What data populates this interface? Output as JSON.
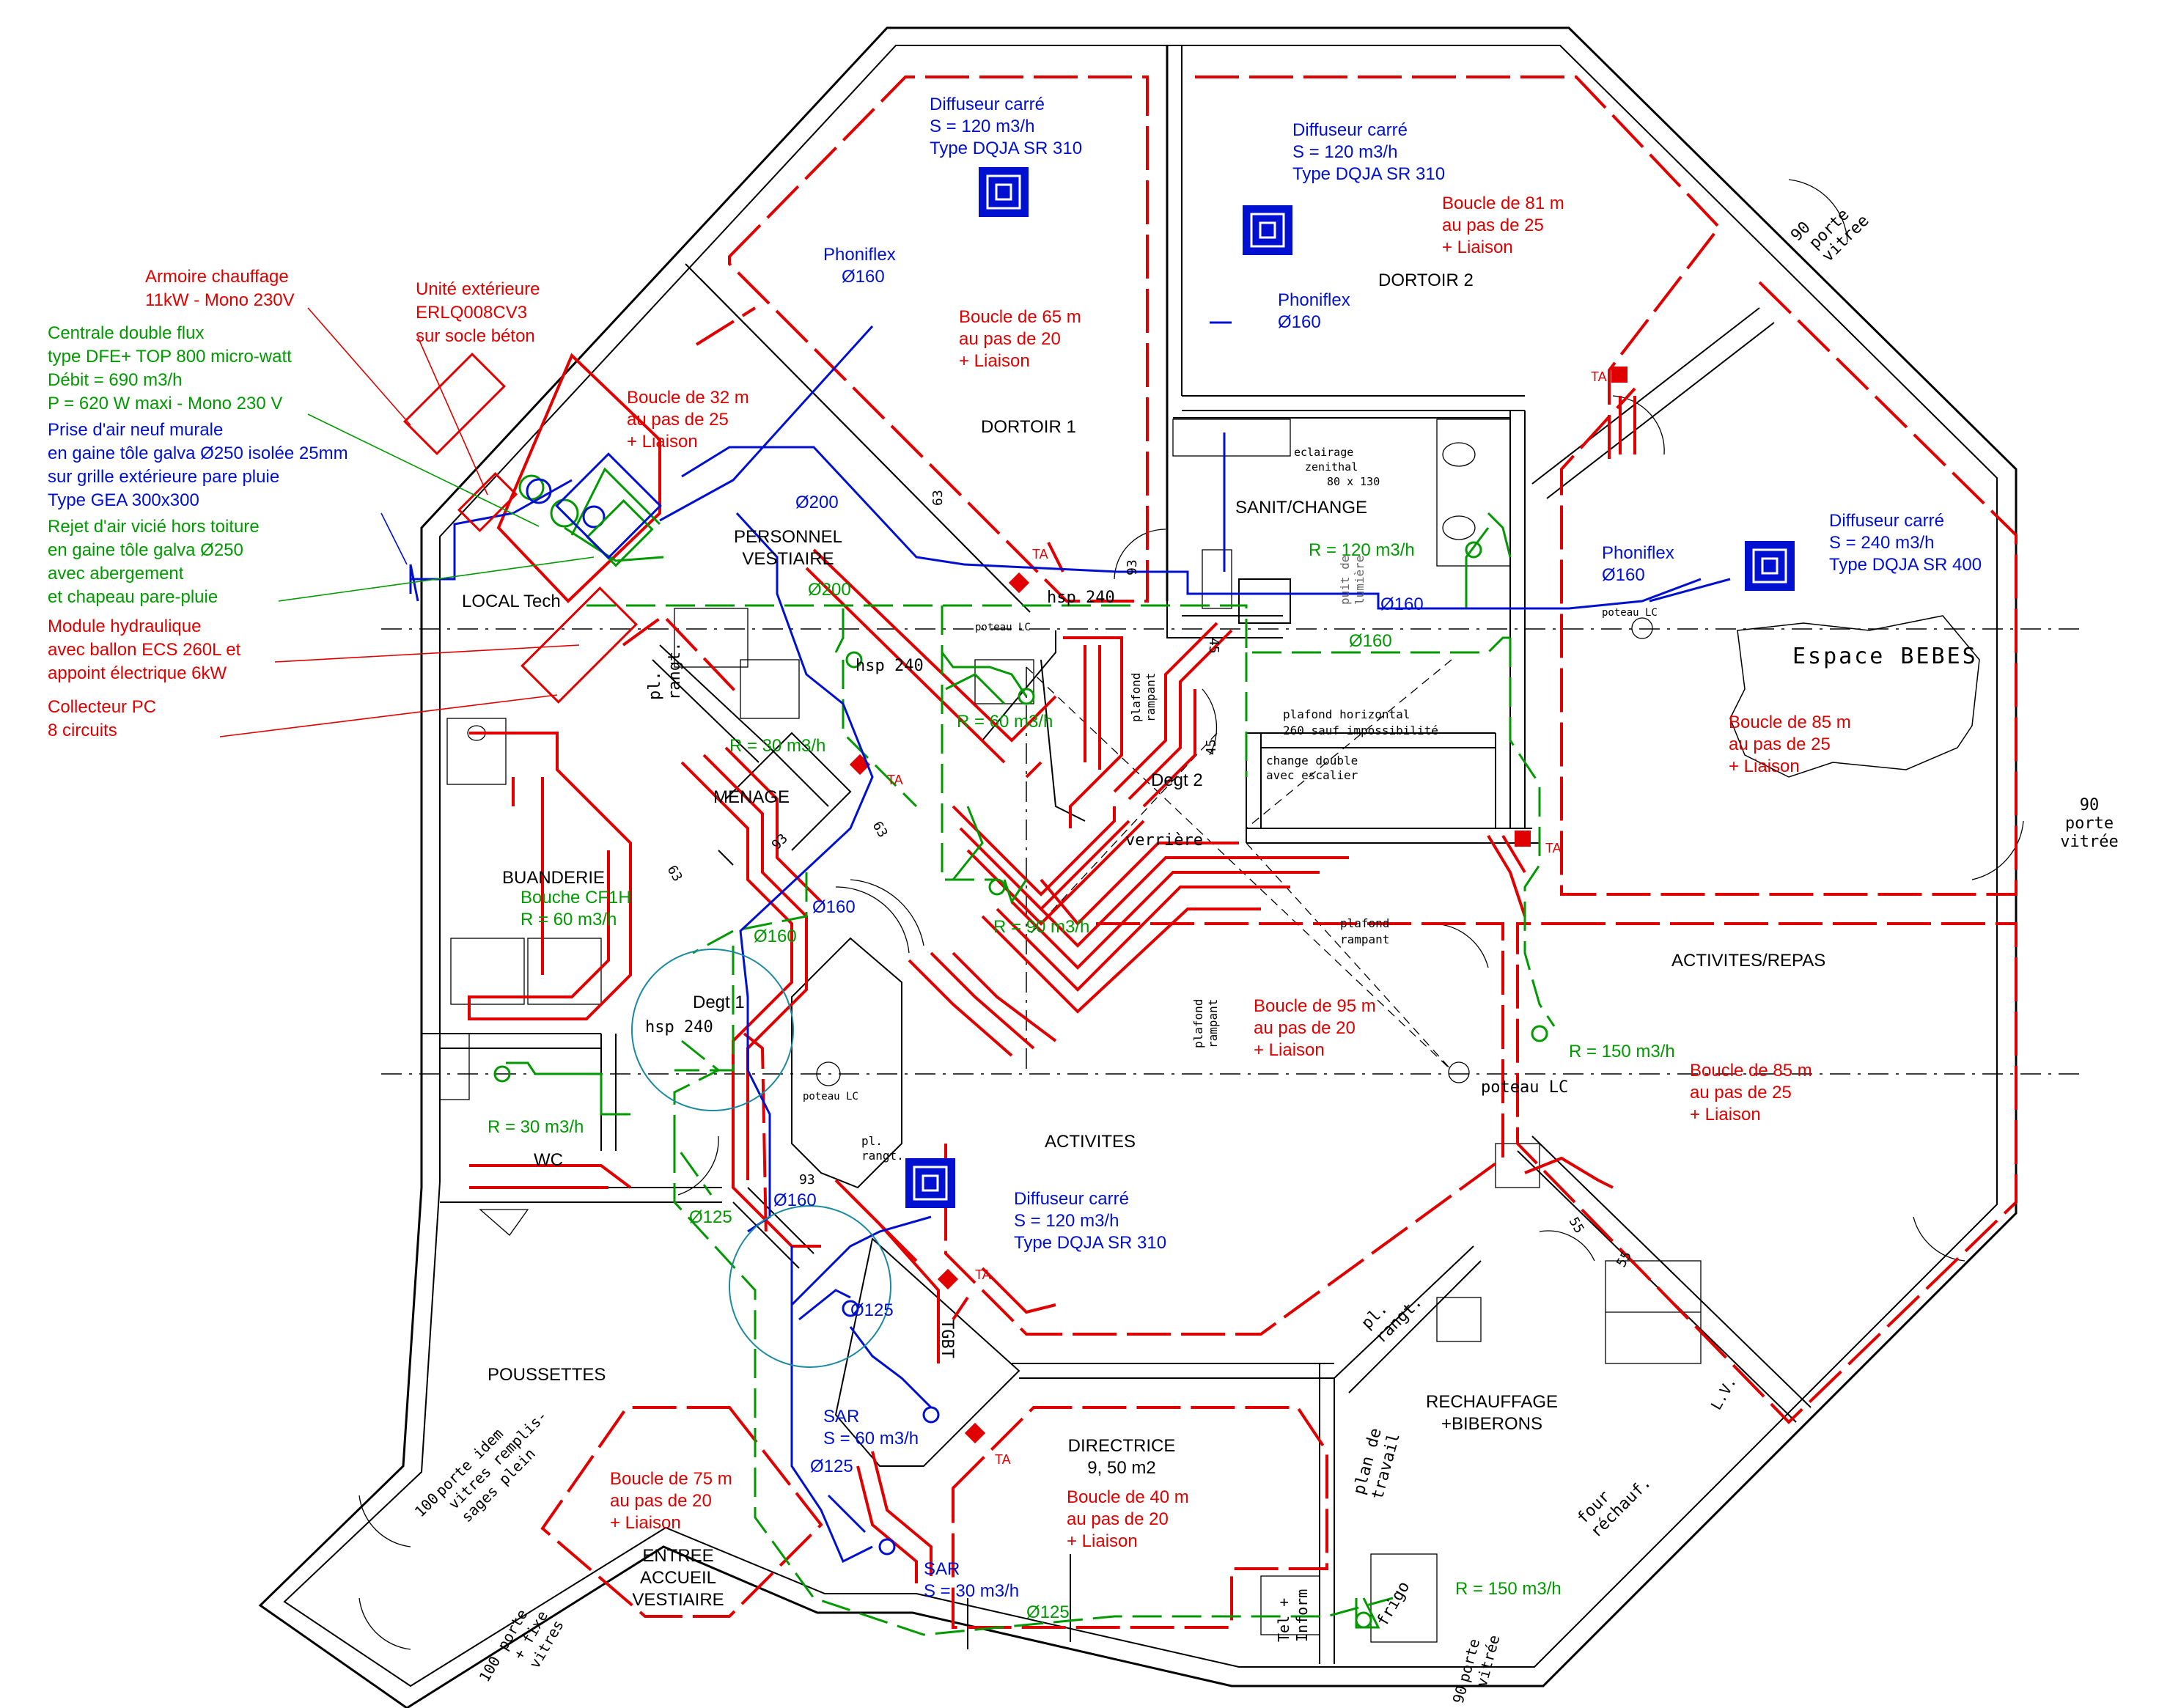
{
  "colors": {
    "heating": "#e00000",
    "exhaust": "#009a00",
    "supply": "#0010d0",
    "walls": "#000000",
    "extra": "#1a8aa0"
  },
  "legend": {
    "l1": [
      "Armoire chauffage",
      "11kW - Mono 230V"
    ],
    "l2": [
      "Unité extérieure",
      "ERLQ008CV3",
      "sur socle béton"
    ],
    "l3": [
      "Centrale double flux",
      "type DFE+ TOP 800 micro-watt",
      "Débit = 690 m3/h",
      "P = 620 W maxi - Mono 230 V"
    ],
    "l4": [
      "Prise d'air neuf murale",
      "en gaine tôle galva Ø250 isolée 25mm",
      "sur grille extérieure pare pluie",
      "Type GEA 300x300"
    ],
    "l5": [
      "Rejet d'air vicié hors toiture",
      "en gaine tôle galva Ø250",
      "avec abergement",
      "et chapeau pare-pluie"
    ],
    "l6": [
      "Module hydraulique",
      "avec ballon ECS 260L et",
      "appoint électrique 6kW"
    ],
    "l7": [
      "Collecteur PC",
      "8 circuits"
    ]
  },
  "rooms": {
    "dortoir1": "DORTOIR 1",
    "dortoir2": "DORTOIR 2",
    "sanit": "SANIT/CHANGE",
    "personnel": [
      "PERSONNEL",
      "VESTIAIRE"
    ],
    "local": "LOCAL Tech",
    "menage": "MENAGE",
    "buanderie": "BUANDERIE",
    "degt1": "Degt 1",
    "degt2": "Degt 2",
    "wc": "WC",
    "poussettes": "POUSSETTES",
    "entree": [
      "ENTREE",
      "ACCUEIL",
      "VESTIAIRE"
    ],
    "activites": "ACTIVITES",
    "directrice": [
      "DIRECTRICE",
      "9, 50 m2"
    ],
    "rechauffage": [
      "RECHAUFFAGE",
      "+BIBERONS"
    ],
    "activites_repas": "ACTIVITES/REPAS",
    "espace_bebes": "Espace BEBES"
  },
  "loops": {
    "b65": [
      "Boucle de 65 m",
      "au pas de 20",
      "+ Liaison"
    ],
    "b81": [
      "Boucle de 81 m",
      "au pas de 25",
      "+ Liaison"
    ],
    "b32": [
      "Boucle de 32 m",
      "au pas de 25",
      "+ Liaison"
    ],
    "b85a": [
      "Boucle de 85 m",
      "au pas de 25",
      "+ Liaison"
    ],
    "b95": [
      "Boucle de 95 m",
      "au pas de 20",
      "+ Liaison"
    ],
    "b85b": [
      "Boucle de 85 m",
      "au pas de 25",
      "+ Liaison"
    ],
    "b75": [
      "Boucle de 75 m",
      "au pas de 20",
      "+ Liaison"
    ],
    "b40": [
      "Boucle de 40 m",
      "au pas de 20",
      "+ Liaison"
    ]
  },
  "diffusers": {
    "d1": [
      "Diffuseur carré",
      "S = 120 m3/h",
      "Type DQJA SR 310"
    ],
    "d2": [
      "Diffuseur carré",
      "S = 120 m3/h",
      "Type DQJA SR 310"
    ],
    "d3": [
      "Diffuseur carré",
      "S = 240 m3/h",
      "Type DQJA SR 400"
    ],
    "d4": [
      "Diffuseur carré",
      "S = 120 m3/h",
      "Type DQJA SR 310"
    ]
  },
  "blue_labels": {
    "phoniflex": "Phoniflex",
    "d160": "Ø160",
    "d200": "Ø200",
    "d125": "Ø125",
    "sar60": [
      "SAR",
      "S = 60 m3/h"
    ],
    "sar30": [
      "SAR",
      "S = 30 m3/h"
    ]
  },
  "green_labels": {
    "d200": "Ø200",
    "d160": "Ø160",
    "d125": "Ø125",
    "r120": "R = 120 m3/h",
    "r60": "R = 60 m3/h",
    "r30": "R = 30 m3/h",
    "r90": "R = 90 m3/h",
    "r150": "R = 150 m3/h",
    "bouche": [
      "Bouche CF1H",
      "R = 60 m3/h"
    ]
  },
  "misc": {
    "ta": "TA",
    "hsp": "hsp 240",
    "poteau": "poteau LC",
    "verriere": "verrière",
    "plafond_rampant": [
      "plafond",
      "rampant"
    ],
    "plafond_horiz": [
      "plafond horizontal",
      "260 sauf impossibilité"
    ],
    "change_double": [
      "change double",
      "avec escalier"
    ],
    "eclairage": [
      "eclairage",
      "zenithal",
      "80 x 130"
    ],
    "puit": [
      "puit de",
      "lumière"
    ],
    "pl_rangt": [
      "pl.",
      "rangt."
    ],
    "tgbt": "TGBT",
    "tel": [
      "Tel +",
      "Inform"
    ],
    "frigo": "frigo",
    "four": [
      "four",
      "réchauf."
    ],
    "plan_travail": [
      "plan de",
      "travail"
    ],
    "lv": "L.V.",
    "n93": "93",
    "n63": "63",
    "n45": "45",
    "n55": "55",
    "porte_vitree_90": [
      "90",
      "porte",
      "vitree"
    ],
    "porte_vitree_90b": [
      "90",
      "porte",
      "vitrée"
    ],
    "porte_idem": [
      "100",
      "porte idem",
      "vitres remplis-",
      "sages plein"
    ],
    "porte_fixe": [
      "100",
      "porte",
      "+ fixe",
      "vitres"
    ]
  }
}
